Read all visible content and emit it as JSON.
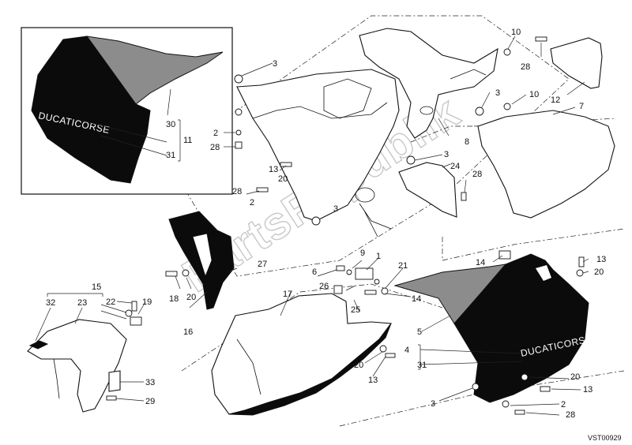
{
  "diagram": {
    "callouts": {
      "c1": "1",
      "c2a": "2",
      "c2b": "2",
      "c2c": "2",
      "c3a": "3",
      "c3b": "3",
      "c3c": "3",
      "c3d": "3",
      "c3e": "3",
      "c4": "4",
      "c5": "5",
      "c6": "6",
      "c7": "7",
      "c8": "8",
      "c9": "9",
      "c10a": "10",
      "c10b": "10",
      "c11": "11",
      "c12": "12",
      "c13a": "13",
      "c13b": "13",
      "c13c": "13",
      "c13d": "13",
      "c14a": "14",
      "c14b": "14",
      "c15": "15",
      "c16": "16",
      "c17": "17",
      "c18": "18",
      "c19": "19",
      "c20a": "20",
      "c20b": "20",
      "c20c": "20",
      "c20d": "20",
      "c20e": "20",
      "c21": "21",
      "c22": "22",
      "c23": "23",
      "c24": "24",
      "c25": "25",
      "c26": "26",
      "c27": "27",
      "c28a": "28",
      "c28b": "28",
      "c28c": "28",
      "c28d": "28",
      "c28e": "28",
      "c29": "29",
      "c30": "30",
      "c31a": "31",
      "c31b": "31",
      "c32": "32",
      "c33": "33"
    },
    "brand_text_inset": "DUCATICORSE",
    "brand_text_main": "DUCATICORSE",
    "watermark": "PartsRepublik",
    "drawing_code": "VST00929"
  }
}
